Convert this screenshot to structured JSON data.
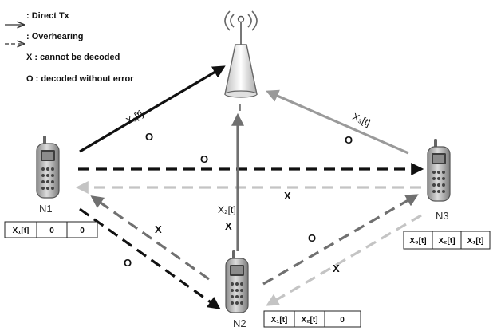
{
  "legend": [
    {
      "text": ": Direct Tx",
      "style": "solid"
    },
    {
      "text": ": Overhearing",
      "style": "dashed"
    },
    {
      "text": "X : cannot be decoded"
    },
    {
      "text": "O : decoded without error"
    }
  ],
  "nodes": {
    "tower": "T",
    "n1": "N1",
    "n2": "N2",
    "n3": "N3"
  },
  "signals": {
    "x1": "X₁[t]",
    "x2": "X₂[t]",
    "x3": "X₃[t]"
  },
  "marks": {
    "x1_to_t": "O",
    "n1_to_n3": "O",
    "n3_to_n1": "X",
    "x2_to_t": "X",
    "n2_to_n1": "X",
    "n1_to_n2": "O",
    "n2_to_n3": "O",
    "n3_to_n2": "X",
    "x3_to_t": "O"
  },
  "buffers": {
    "n1": [
      "X₁[t]",
      "0",
      "0"
    ],
    "n2": [
      "X₁[t]",
      "X₂[t]",
      "0"
    ],
    "n3": [
      "X₃[t]",
      "X₂[t]",
      "X₁[t]"
    ]
  },
  "colors": {
    "black": "#111111",
    "dark_gray": "#707070",
    "gray": "#9a9a9a",
    "light_gray": "#c4c4c4"
  }
}
